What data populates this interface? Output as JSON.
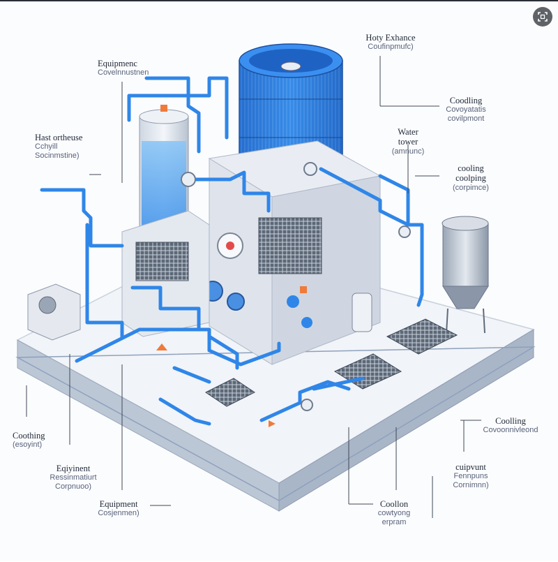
{
  "labels": {
    "heat_exchange": {
      "title": "Hoty Exhance",
      "sub": "Coufinpmufc)"
    },
    "equipment_top": {
      "title": "Equipmenc",
      "sub": "Covelnnustnen"
    },
    "cooling_right": {
      "title": "Coodling",
      "sub1": "Covoyatatis",
      "sub2": "covilpmont"
    },
    "heat_or_these": {
      "title": "Hast ortheuse",
      "sub1": "Cchyill",
      "sub2": "Socinmstine)"
    },
    "water_tower": {
      "title1": "Water",
      "title2": "tower",
      "sub": "(amnunc)"
    },
    "cooling_coping": {
      "title1": "cooling",
      "title2": "coolping",
      "sub": "(corpimce)"
    },
    "coothing": {
      "title": "Coothing",
      "sub": "(esoyint)"
    },
    "eqiyinent": {
      "title": "Eqiyinent",
      "sub1": "Ressinmatiurt",
      "sub2": "Corpnuoo)"
    },
    "equipment_bottom": {
      "title": "Equipment",
      "sub": "Cosjenmen)"
    },
    "coollon": {
      "title": "Coollon",
      "sub1": "cowtyong",
      "sub2": "erpram"
    },
    "coolling": {
      "title": "Coolling",
      "sub": "Covoonnivleond"
    },
    "cuipvunt": {
      "title": "cuipvunt",
      "sub1": "Fennpuns",
      "sub2": "Cornimnn)"
    }
  },
  "colors": {
    "pipe": "#2f86e8",
    "pipe_dark": "#1f6fd1",
    "tower": "#2b7de0",
    "water": "#5aa8f0",
    "steel": "#d6dbe3",
    "platform": "#f0f3f7",
    "accent_orange": "#f07a3a",
    "leader": "#3f4756"
  },
  "icons": {
    "expand": "expand-icon"
  }
}
